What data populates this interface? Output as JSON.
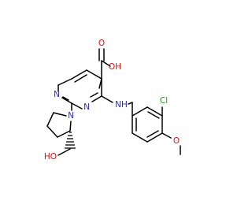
{
  "colors": {
    "bond": "#000000",
    "carbon": "#000000",
    "nitrogen": "#2b2bd6",
    "oxygen": "#e01010",
    "chlorine": "#1e9a1e",
    "background": "#ffffff"
  },
  "labels": {
    "acid_oh": "OH",
    "acid_o": "O",
    "ring_n_upper": "N",
    "ring_n_lower": "N",
    "amine_nh": "NH",
    "pyrrolidine_n": "N",
    "hydroxyl": "HO",
    "chloro": "Cl",
    "methoxy_o": "O"
  }
}
